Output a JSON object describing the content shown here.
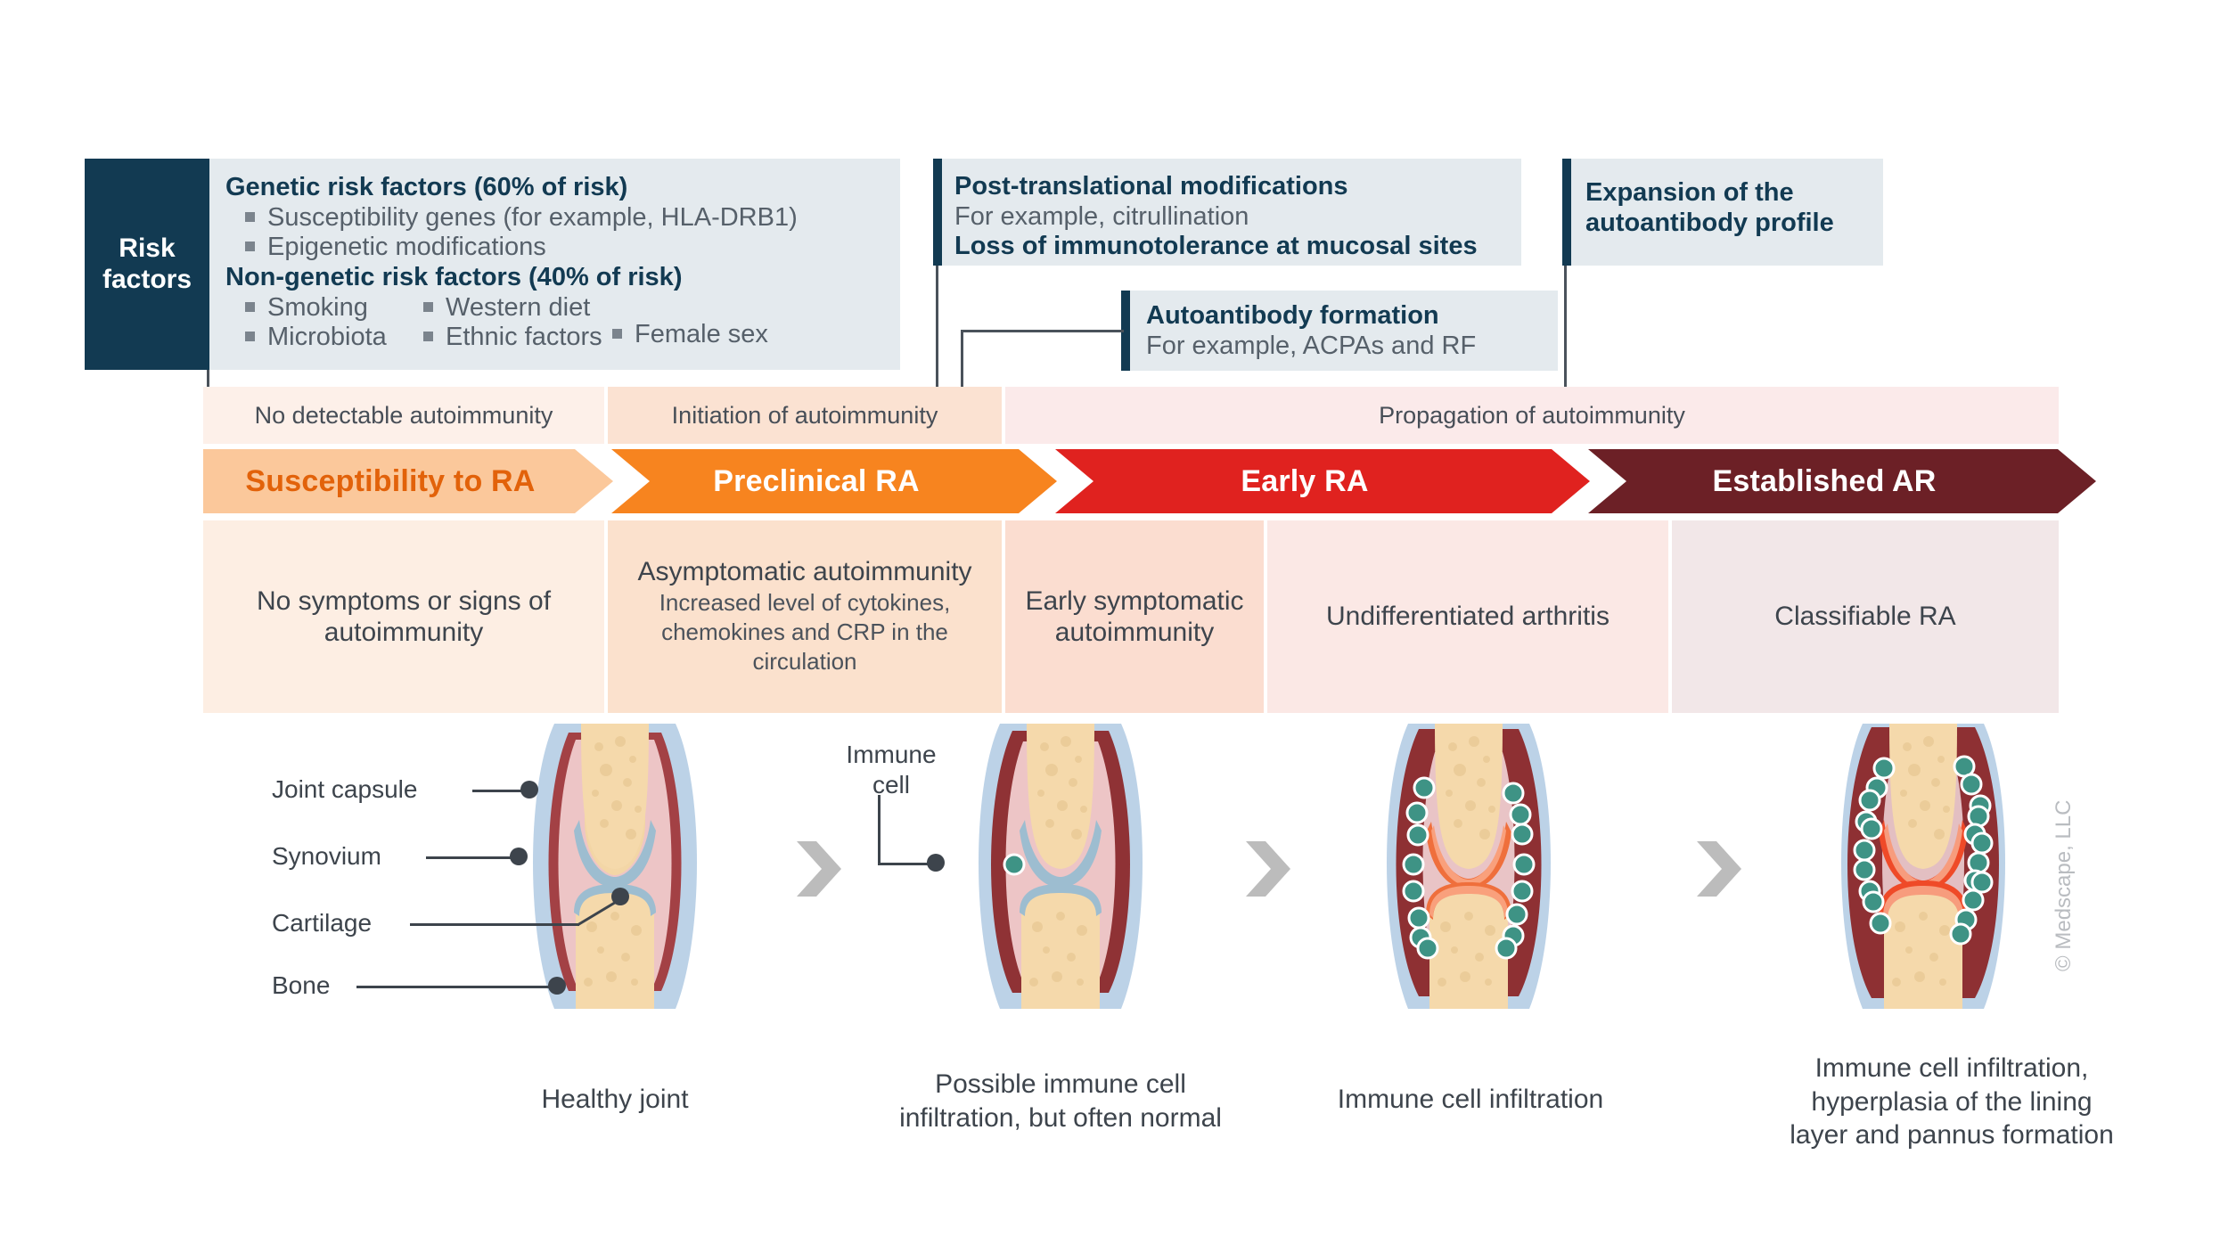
{
  "risk_tab": {
    "line1": "Risk",
    "line2": "factors"
  },
  "panels": {
    "risk": {
      "genetic_heading": "Genetic risk factors (60% of risk)",
      "genetic_items": [
        "Susceptibility genes (for example, HLA-DRB1)",
        "Epigenetic modifications"
      ],
      "nongenetic_heading": "Non-genetic risk factors (40% of risk)",
      "nongenetic_col1": [
        "Smoking",
        "Microbiota"
      ],
      "nongenetic_col2": [
        "Western diet",
        "Ethnic factors"
      ],
      "nongenetic_col3": [
        "Female sex"
      ]
    },
    "ptm": {
      "heading": "Post-translational modifications",
      "example": "For example, citrullination",
      "heading2": "Loss of immunotolerance at mucosal sites"
    },
    "autoantibody": {
      "heading": "Autoantibody formation",
      "example": "For example, ACPAs and RF"
    },
    "expansion": {
      "line1": "Expansion of the",
      "line2": "autoantibody profile"
    }
  },
  "timeline": {
    "phases": [
      {
        "label": "No detectable autoimmunity",
        "bg": "#fdf0e9"
      },
      {
        "label": "Initiation of autoimmunity",
        "bg": "#fbe2d2"
      },
      {
        "label": "Propagation of autoimmunity",
        "bg": "#fbeaea"
      }
    ],
    "stages": [
      {
        "label": "Susceptibility to RA",
        "bg": "#fbc89b",
        "fg": "#e2620a"
      },
      {
        "label": "Preclinical RA",
        "bg": "#f7841f",
        "fg": "#ffffff"
      },
      {
        "label": "Early RA",
        "bg": "#e0221f",
        "fg": "#ffffff"
      },
      {
        "label": "Established AR",
        "bg": "#6c2026",
        "fg": "#ffffff"
      }
    ],
    "descriptions": [
      {
        "title": "No symptoms or signs of autoimmunity",
        "sub": "",
        "bg": "#fdeee3"
      },
      {
        "title": "Asymptomatic autoimmunity",
        "sub": "Increased level of cytokines, chemokines and CRP in the circulation",
        "bg": "#fbe1cd"
      },
      {
        "title": "Early symptomatic autoimmunity",
        "sub": "",
        "bg": "#fbddd0"
      },
      {
        "title": "Undifferentiated arthritis",
        "sub": "",
        "bg": "#fbe8e5"
      },
      {
        "title": "Classifiable RA",
        "sub": "",
        "bg": "#f2e7e8"
      }
    ]
  },
  "anatomy_labels": [
    "Joint capsule",
    "Synovium",
    "Cartilage",
    "Bone"
  ],
  "immune_cell_label": {
    "line1": "Immune",
    "line2": "cell"
  },
  "joint_captions": [
    "Healthy joint",
    "Possible immune cell\ninfiltration, but often normal",
    "Immune cell infiltration",
    "Immune cell infiltration,\nhyperplasia of the lining\nlayer and pannus formation"
  ],
  "copyright": "© Medscape, LLC",
  "colors": {
    "navy": "#123a52",
    "panel_bg": "#e4eaee",
    "text": "#3d444c",
    "bullet": "#7b848d",
    "chevron": "#bcbcbc",
    "immune_cell": "#3e9385",
    "bone": "#f5d9ab",
    "capsule_blue": "#b7cde4",
    "synovium_red": "#8f3235",
    "cartilage_blue": "#8fb4c9"
  }
}
